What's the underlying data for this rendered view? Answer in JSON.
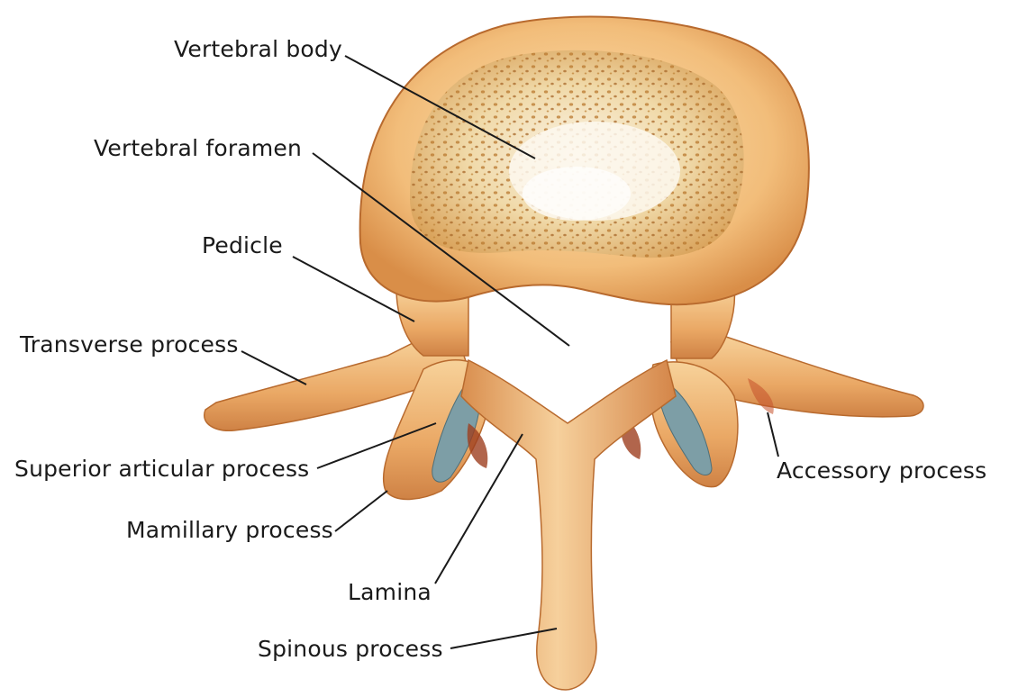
{
  "labels": {
    "vertebral_body": "Vertebral body",
    "vertebral_foramen": "Vertebral foramen",
    "pedicle": "Pedicle",
    "transverse_process": "Transverse process",
    "superior_articular_process": "Superior articular process",
    "mamillary_process": "Mamillary process",
    "lamina": "Lamina",
    "spinous_process": "Spinous process",
    "accessory_process": "Accessory process"
  },
  "colors": {
    "bone": "#e9a862",
    "bone_light": "#f5cf95",
    "bone_dark": "#c57a3c",
    "cancellous": "#c98a3a",
    "cancellous_bg": "#f3dfb6",
    "articular_cartilage": "#7d9ea6",
    "shadow": "#a24a22"
  }
}
